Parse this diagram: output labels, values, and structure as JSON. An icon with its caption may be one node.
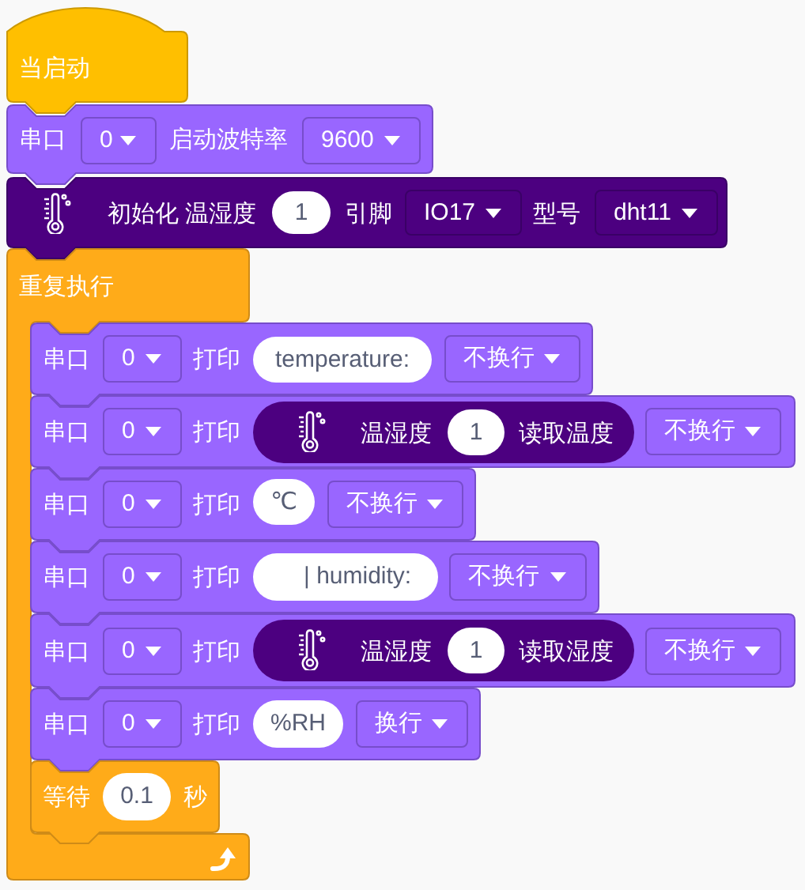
{
  "diagram": {
    "nodes": [
      {
        "text": [
          "当启动"
        ]
      },
      {
        "text": [
          "串口",
          "启动波特率"
        ]
      },
      {
        "text": [
          "0"
        ],
        "in": 1
      },
      {
        "text": [
          "9600"
        ],
        "in": 1
      },
      {
        "text": [
          "初始化 温湿度",
          "引脚",
          "型号"
        ]
      },
      {
        "text": [
          "1"
        ],
        "in": 4
      },
      {
        "text": [
          "IO17"
        ],
        "in": 4
      },
      {
        "text": [
          "dht11"
        ],
        "in": 4
      },
      {
        "text": [
          "重复执行"
        ]
      },
      {
        "text": [
          "串口",
          "打印"
        ]
      },
      {
        "text": [
          "0"
        ],
        "in": 9
      },
      {
        "text": [
          "temperature:"
        ],
        "in": 9
      },
      {
        "text": [
          "不换行"
        ],
        "in": 9
      },
      {
        "text": [
          "串口",
          "打印"
        ]
      },
      {
        "text": [
          "0"
        ],
        "in": 13
      },
      {
        "text": [
          "温湿度",
          "读取温度"
        ],
        "in": 13
      },
      {
        "text": [
          "1"
        ],
        "in": 15
      },
      {
        "text": [
          "不换行"
        ],
        "in": 13
      },
      {
        "text": [
          "串口",
          "打印"
        ]
      },
      {
        "text": [
          "0"
        ],
        "in": 18
      },
      {
        "text": [
          "℃"
        ],
        "in": 18
      },
      {
        "text": [
          "不换行"
        ],
        "in": 18
      },
      {
        "text": [
          "串口",
          "打印"
        ]
      },
      {
        "text": [
          "0"
        ],
        "in": 22
      },
      {
        "text": [
          "| humidity:"
        ],
        "in": 22
      },
      {
        "text": [
          "不换行"
        ],
        "in": 22
      },
      {
        "text": [
          "串口",
          "打印"
        ]
      },
      {
        "text": [
          "0"
        ],
        "in": 26
      },
      {
        "text": [
          "温湿度",
          "读取湿度"
        ],
        "in": 26
      },
      {
        "text": [
          "1"
        ],
        "in": 28
      },
      {
        "text": [
          "不换行"
        ],
        "in": 26
      },
      {
        "text": [
          "串口",
          "打印"
        ]
      },
      {
        "text": [
          "0"
        ],
        "in": 31
      },
      {
        "text": [
          "%RH"
        ],
        "in": 31
      },
      {
        "text": [
          "换行"
        ],
        "in": 31
      },
      {
        "text": [
          "等待",
          "秒"
        ]
      },
      {
        "text": [
          "0.1"
        ],
        "in": 35
      }
    ]
  }
}
